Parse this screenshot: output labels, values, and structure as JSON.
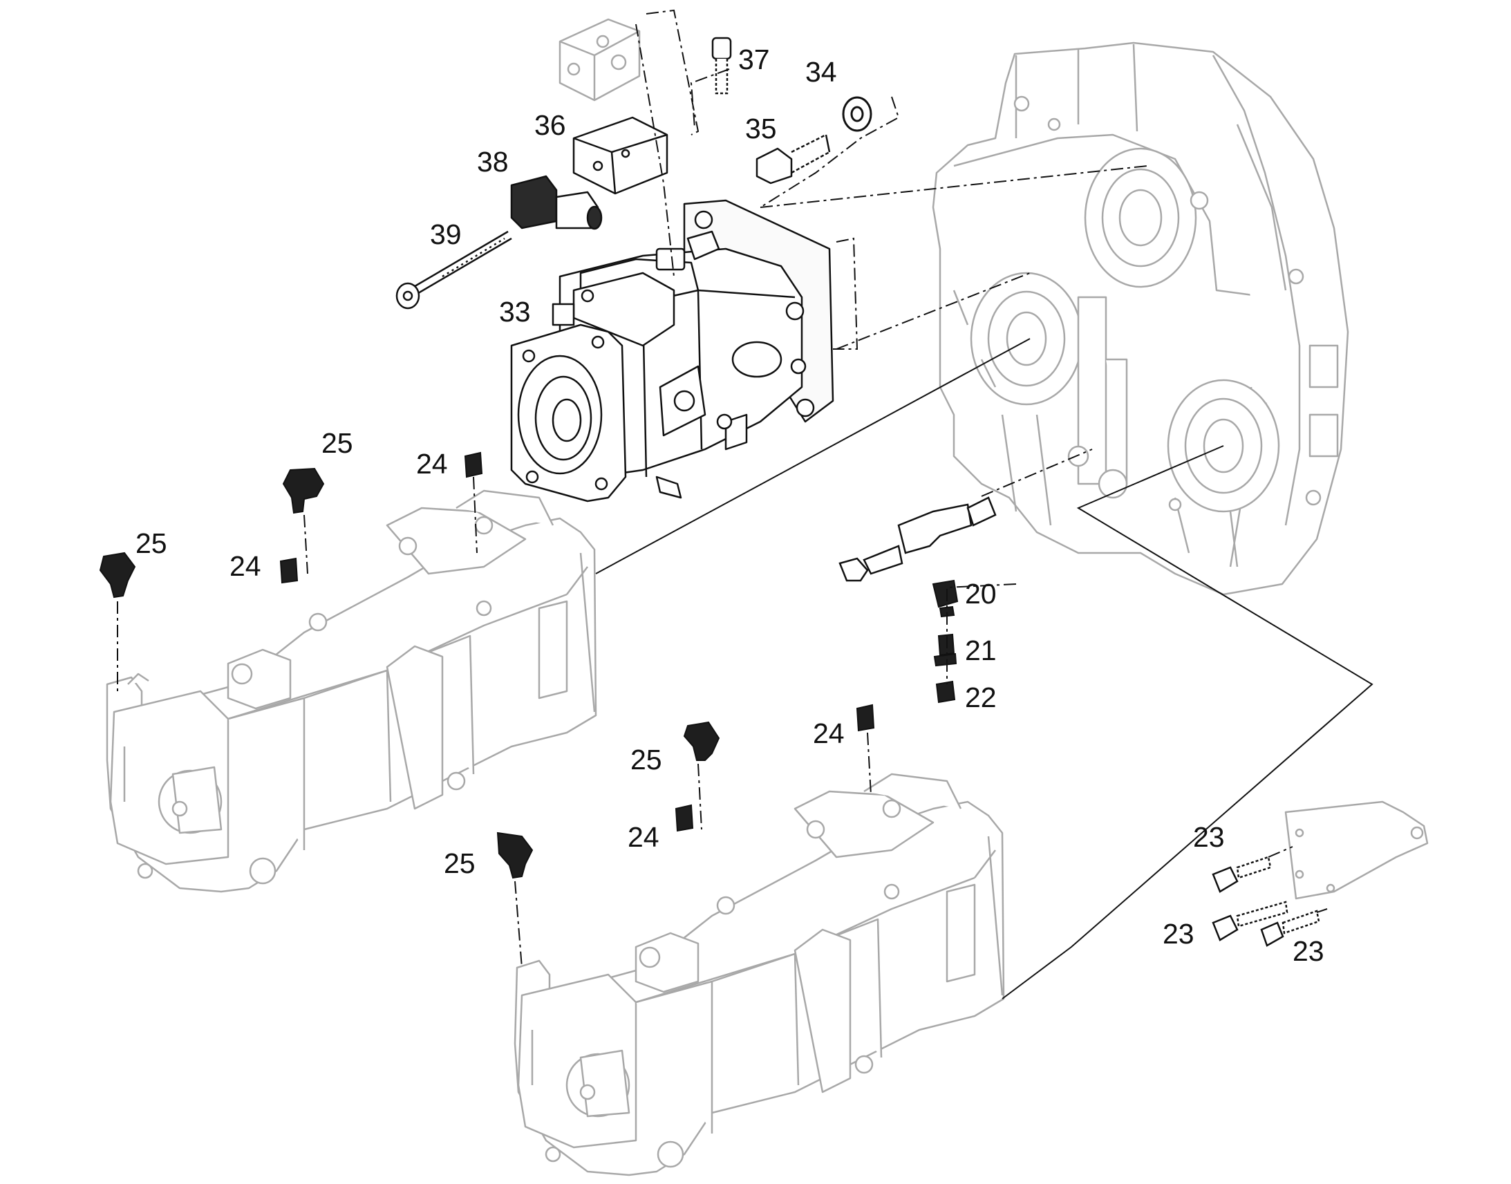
{
  "callouts": {
    "c20": "20",
    "c21": "21",
    "c22": "22",
    "c23": "23",
    "c24": "24",
    "c25": "25",
    "c33": "33",
    "c34": "34",
    "c35": "35",
    "c36": "36",
    "c37": "37",
    "c38": "38",
    "c39": "39"
  },
  "colors": {
    "background": "#ffffff",
    "ink": "#111111",
    "ghost_line": "#b4b4b4",
    "part_fill": "#f4f4f4"
  }
}
